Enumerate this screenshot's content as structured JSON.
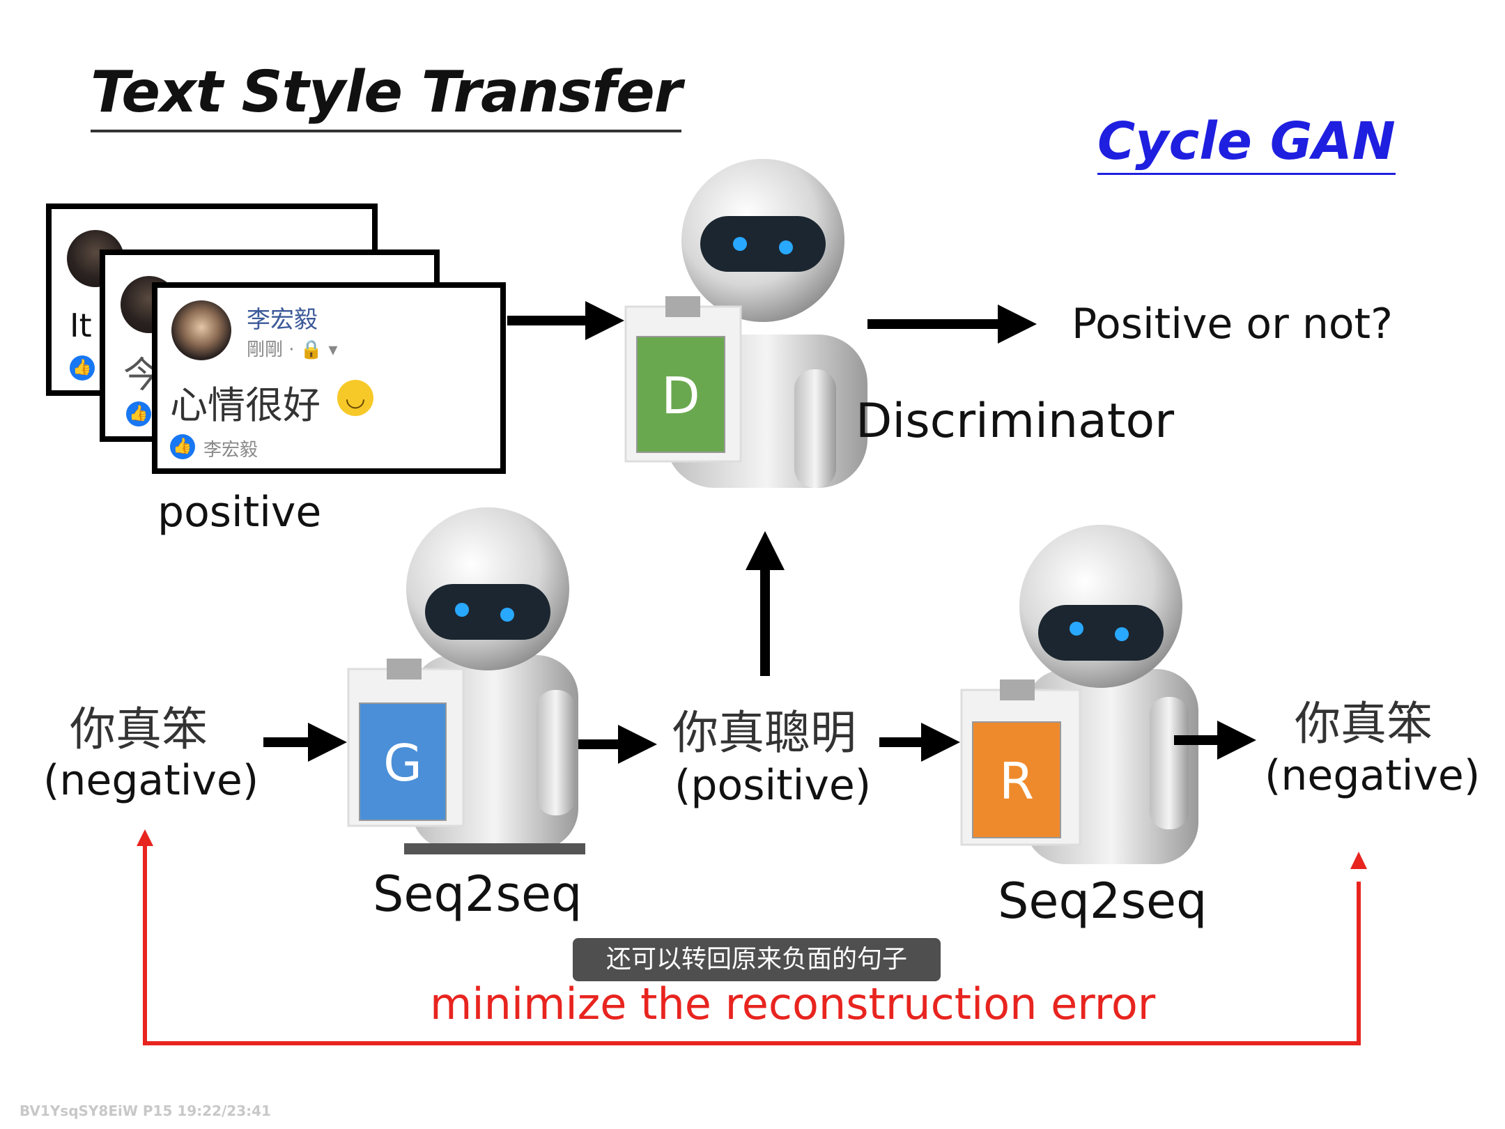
{
  "title": "Text Style Transfer",
  "subtitle": "Cycle GAN",
  "cards": {
    "name": "李宏毅",
    "time": "剛剛 · 🔒 ▾",
    "text": "心情很好",
    "emoji": "🙂",
    "reaction": "李宏毅",
    "back_text_1": "It",
    "back_text_2": "今"
  },
  "labels": {
    "positive": "positive",
    "discriminator": "Discriminator",
    "positive_or_not": "Positive or not?",
    "input_cn": "你真笨",
    "input_tag": "(negative)",
    "mid_cn": "你真聰明",
    "mid_tag": "(positive)",
    "out_cn": "你真笨",
    "out_tag": "(negative)",
    "seq2seq_1": "Seq2seq",
    "seq2seq_2": "Seq2seq",
    "reconstruction": "minimize the reconstruction error"
  },
  "badges": {
    "d": "D",
    "g": "G",
    "r": "R"
  },
  "colors": {
    "d": "#6aa84f",
    "g": "#4a8fd8",
    "r": "#ef8a2c",
    "cycle": "#1f1fe0",
    "error": "#e8241f"
  },
  "caption": "还可以转回原来负面的句子",
  "watermark": "BV1YsqSY8EiW P15 19:22/23:41"
}
